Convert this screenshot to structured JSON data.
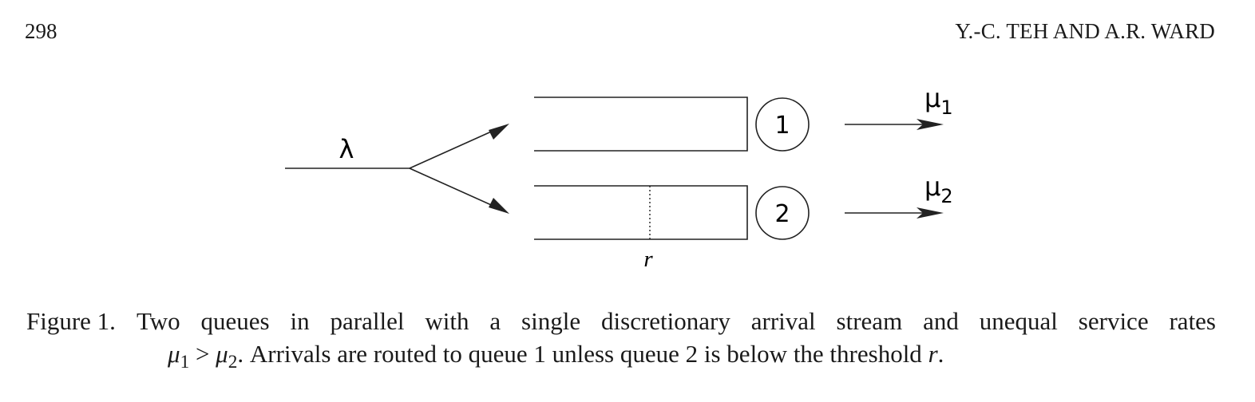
{
  "header": {
    "page_number": "298",
    "running_head": "Y.-C. TEH AND A.R. WARD"
  },
  "figure": {
    "arrival_rate_label": "λ",
    "server1_label": "1",
    "server2_label": "2",
    "service_rate1": {
      "base": "μ",
      "sub": "1"
    },
    "service_rate2": {
      "base": "μ",
      "sub": "2"
    },
    "threshold_label": "r"
  },
  "caption": {
    "label": "Figure 1.",
    "line1": "Two queues in parallel with a single discretionary arrival stream and unequal service rates",
    "math_mu1_base": "μ",
    "math_mu1_sub": "1",
    "math_gt": ">",
    "math_mu2_base": "μ",
    "math_mu2_sub": "2",
    "line2_text": ". Arrivals are routed to queue 1 unless queue 2 is below the threshold ",
    "threshold": "r",
    "end": "."
  }
}
